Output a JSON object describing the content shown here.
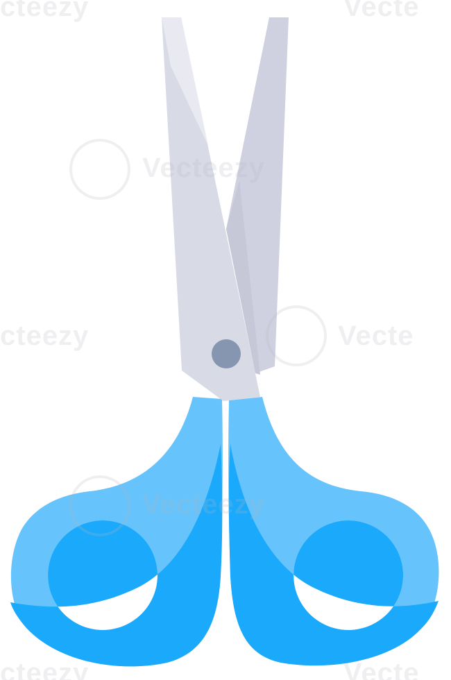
{
  "watermark": {
    "brand": "Vecteezy",
    "brand_partial_left": "cteezy",
    "brand_partial_right": "Vecte"
  },
  "colors": {
    "blade_front": "#d8dae6",
    "blade_front_highlight": "#e8e9f1",
    "blade_back": "#cfd1e0",
    "pivot": "#8796b0",
    "handle_light": "#66c3fb",
    "handle_dark": "#1aa9fb",
    "background": "#ffffff"
  }
}
